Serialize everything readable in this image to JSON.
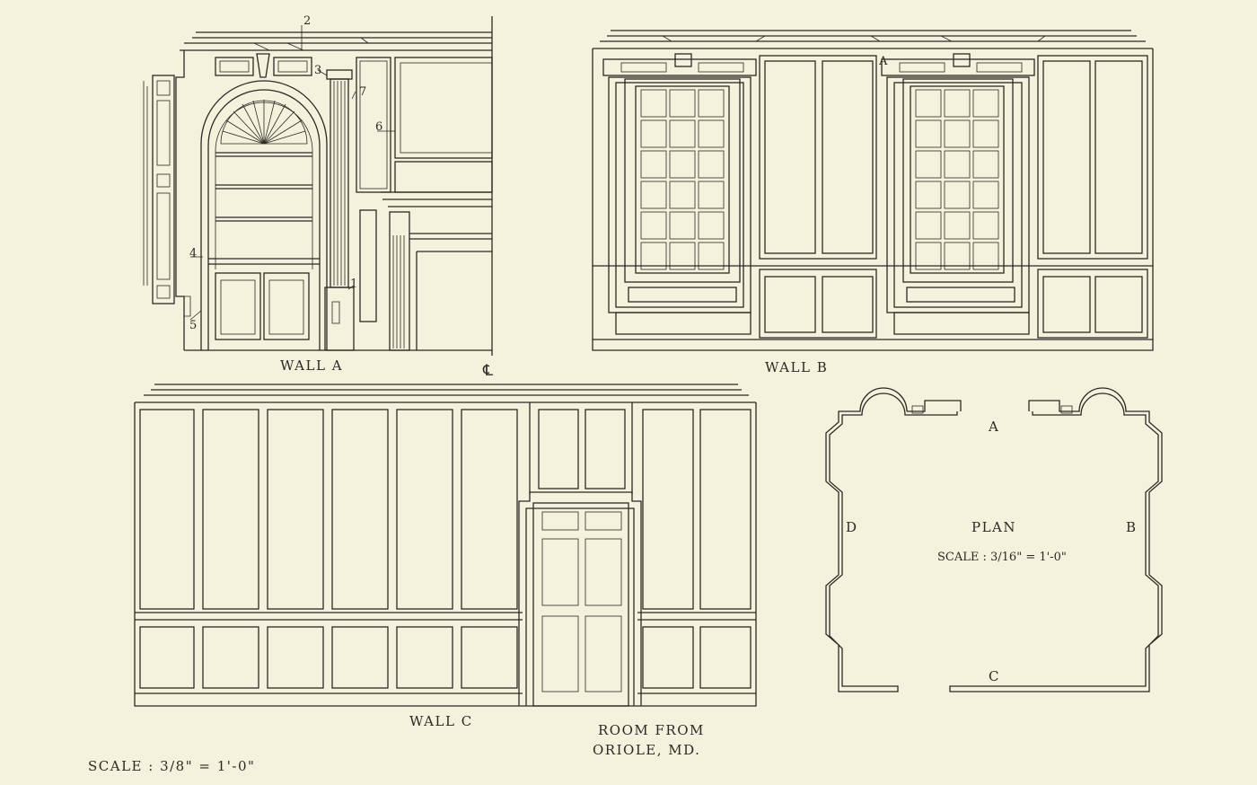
{
  "labels": {
    "wall_a": "WALL A",
    "wall_b": "WALL B",
    "wall_c": "WALL C",
    "centerline": "℄",
    "title_line1": "ROOM FROM",
    "title_line2": "ORIOLE, MD.",
    "scale_main": "SCALE : 3/8\" = 1'-0\"",
    "plan_title": "PLAN",
    "plan_scale": "SCALE : 3/16\" = 1'-0\"",
    "plan_a": "A",
    "plan_b": "B",
    "plan_c": "C",
    "plan_d": "D",
    "wall_b_mark": "A"
  },
  "callouts": [
    "1",
    "2",
    "3",
    "4",
    "5",
    "6",
    "7"
  ]
}
